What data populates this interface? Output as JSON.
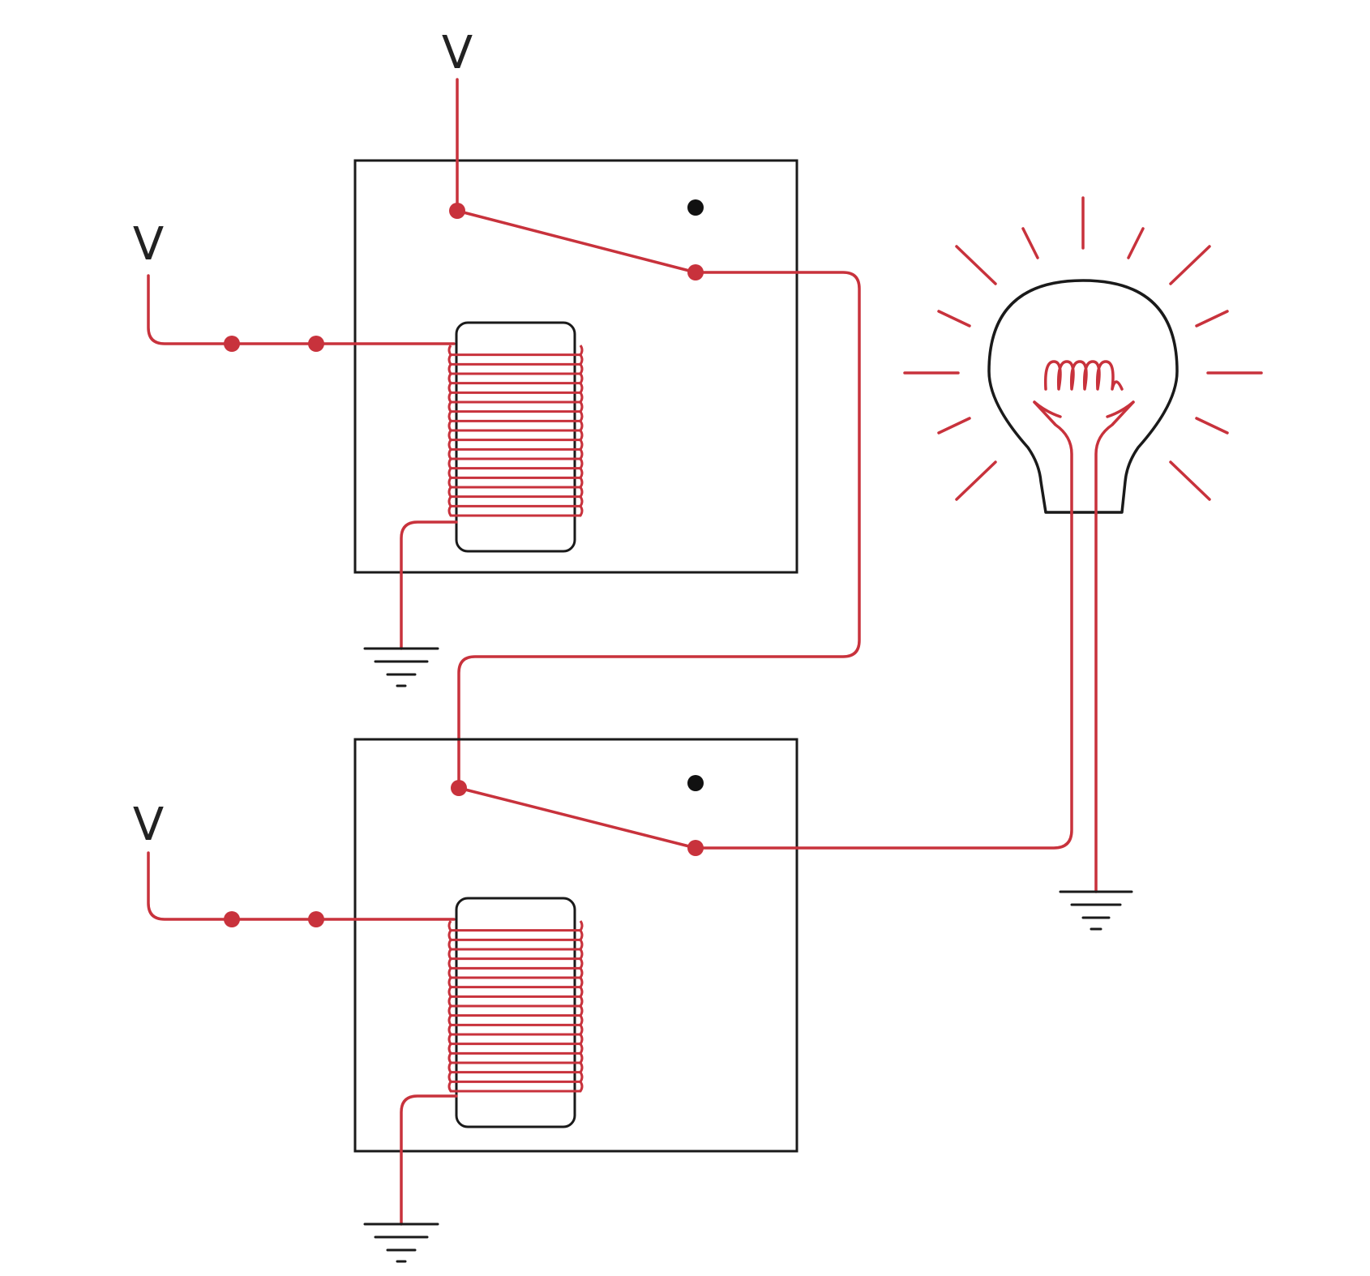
{
  "labels": {
    "voltage_top": "V",
    "voltage_relay_a": "V",
    "voltage_relay_b": "V"
  },
  "colors": {
    "wire": "#c8323c",
    "outline": "#1a1a1a",
    "background": "#ffffff"
  },
  "icons": [
    "voltage-source-icon",
    "relay-coil-icon",
    "ground-icon",
    "light-bulb-icon",
    "switch-contact-icon"
  ]
}
